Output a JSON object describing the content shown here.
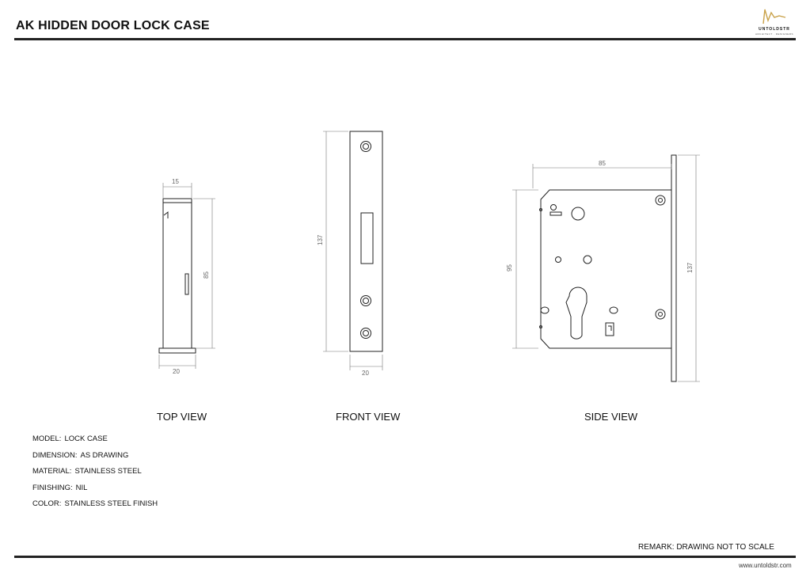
{
  "header": {
    "title": "AK HIDDEN DOOR LOCK CASE",
    "logo_name": "UNTOLDSTR",
    "logo_tagline": "ARCHITECT · DESIGNERS"
  },
  "views": {
    "top": {
      "label": "TOP VIEW",
      "dim_width_top": "15",
      "dim_height": "85",
      "dim_width_bottom": "20"
    },
    "front": {
      "label": "FRONT VIEW",
      "dim_height": "137",
      "dim_width": "20"
    },
    "side": {
      "label": "SIDE VIEW",
      "dim_width": "85",
      "dim_height_case": "95",
      "dim_height_plate": "137"
    }
  },
  "specs": [
    {
      "label": "MODEL:",
      "value": "LOCK CASE"
    },
    {
      "label": "DIMENSION:",
      "value": "AS DRAWING"
    },
    {
      "label": "MATERIAL:",
      "value": "STAINLESS STEEL"
    },
    {
      "label": "FINISHING:",
      "value": "NIL"
    },
    {
      "label": "COLOR:",
      "value": "STAINLESS STEEL FINISH"
    }
  ],
  "remark": "REMARK: DRAWING NOT TO SCALE",
  "footer": {
    "url": "www.untoldstr.com"
  },
  "colors": {
    "line": "#222222",
    "dimension": "#666666",
    "rule": "#222222"
  }
}
